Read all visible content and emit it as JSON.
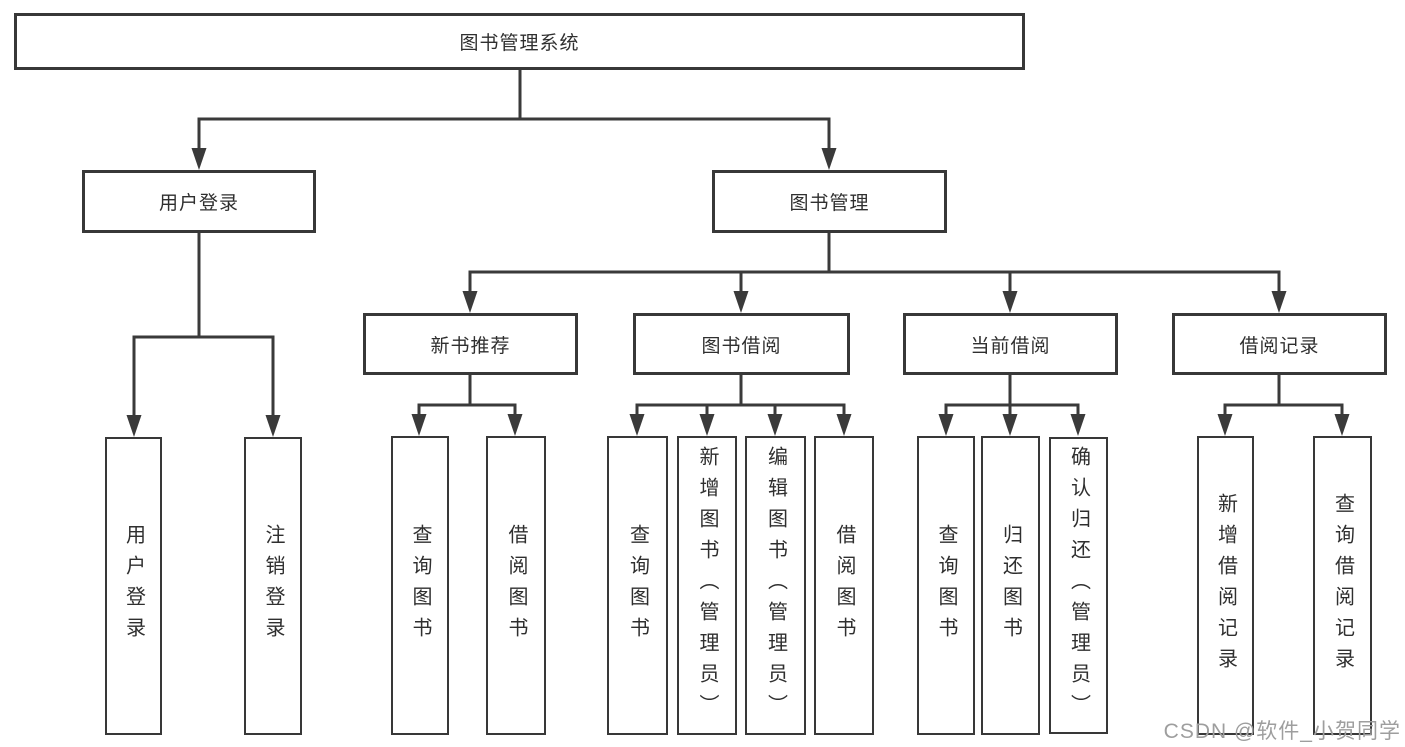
{
  "diagram": {
    "title": "图书管理系统",
    "level2": [
      {
        "label": "用户登录"
      },
      {
        "label": "图书管理"
      }
    ],
    "level3": [
      {
        "label": "新书推荐"
      },
      {
        "label": "图书借阅"
      },
      {
        "label": "当前借阅"
      },
      {
        "label": "借阅记录"
      }
    ],
    "leaves": {
      "user_login": [
        {
          "label": "用户登录"
        },
        {
          "label": "注销登录"
        }
      ],
      "new_book_recommend": [
        {
          "label": "查询图书"
        },
        {
          "label": "借阅图书"
        }
      ],
      "book_borrow": [
        {
          "label": "查询图书"
        },
        {
          "label": "新增图书（管理员）"
        },
        {
          "label": "编辑图书（管理员）"
        },
        {
          "label": "借阅图书"
        }
      ],
      "current_borrow": [
        {
          "label": "查询图书"
        },
        {
          "label": "归还图书"
        },
        {
          "label": "确认归还（管理员）"
        }
      ],
      "borrow_records": [
        {
          "label": "新增借阅记录"
        },
        {
          "label": "查询借阅记录"
        }
      ]
    }
  },
  "watermark": {
    "text": "CSDN @软件_小贺同学"
  },
  "colors": {
    "line": "#3a3a3a",
    "box_border": "#383838",
    "text": "#2f2f2f",
    "watermark": "#9e9e9e",
    "background": "#ffffff"
  }
}
